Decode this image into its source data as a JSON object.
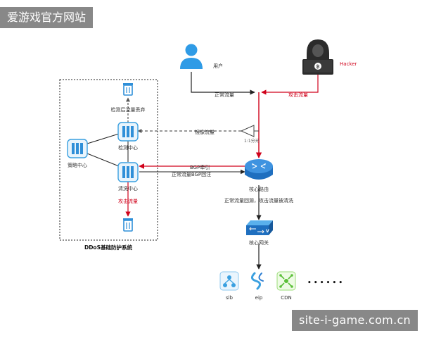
{
  "watermark_top": "爱游戏官方网站",
  "watermark_bottom": "site-i-game.com.cn",
  "nodes": {
    "user": "用户",
    "hacker": "Hacker",
    "detection_center": "检测中心",
    "strategy_center": "策略中心",
    "scrubbing_center": "清洗中心",
    "core_router": "核心路由",
    "core_gateway": "核心网关",
    "slb": "slb",
    "eip": "eip",
    "cdn": "CDN",
    "ellipsis": "• • • • • •"
  },
  "edges": {
    "normal_traffic": "正常流量",
    "attack_traffic_in": "攻击流量",
    "mirror_traffic": "镜像流量",
    "split_ratio": "1:1分光",
    "drop_after_detection": "检测后流量丢弃",
    "bgp_diversion": "BGP牵引",
    "bgp_reinjection": "正常流量BGP回注",
    "attack_traffic_scrub": "攻击流量",
    "return_note": "正常流量回源，攻击流量被清洗"
  },
  "system_label": "DDoS基础防护系统",
  "colors": {
    "attack": "#d0021b",
    "normal": "#222222",
    "icon_blue": "#3aa0e0",
    "router_blue": "#2f7fd2"
  },
  "icons": {
    "user": "user-icon",
    "hacker": "hacker-icon",
    "detection": "server-icon",
    "strategy": "server-icon",
    "scrubbing": "server-icon",
    "trash": "trash-icon",
    "router": "router-icon",
    "gateway": "switch-icon",
    "slb": "slb-icon",
    "eip": "eip-icon",
    "cdn": "cdn-icon"
  }
}
